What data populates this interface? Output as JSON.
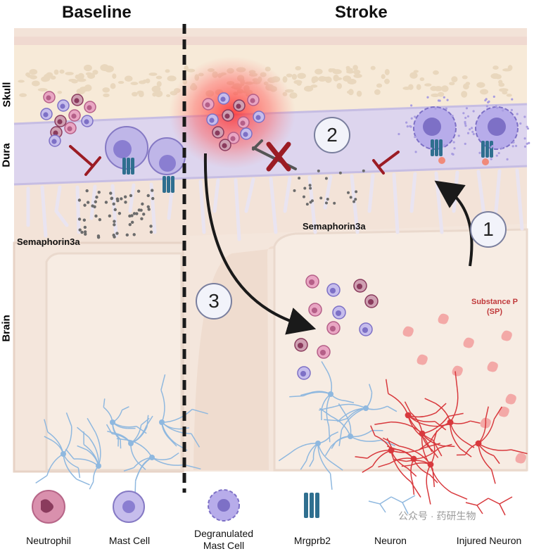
{
  "panels": {
    "baseline": "Baseline",
    "stroke": "Stroke"
  },
  "regions": {
    "skull": "Skull",
    "dura": "Dura",
    "brain": "Brain"
  },
  "labels": {
    "semaphorin_left": "Semaphorin3a",
    "semaphorin_right": "Semaphorin3a",
    "substance_p_line1": "Substance P",
    "substance_p_line2": "(SP)"
  },
  "steps": [
    "2",
    "1",
    "3"
  ],
  "legend": [
    {
      "label": "Neutrophil",
      "icon": "neutrophil-icon"
    },
    {
      "label": "Mast Cell",
      "icon": "mast-cell-icon"
    },
    {
      "label": "Degranulated\nMast Cell",
      "icon": "degranulated-mast-cell-icon"
    },
    {
      "label": "Mrgprb2",
      "icon": "mrgprb2-receptor-icon"
    },
    {
      "label": "Neuron",
      "icon": "neuron-icon"
    },
    {
      "label": "Injured Neuron",
      "icon": "injured-neuron-icon"
    }
  ],
  "watermark": "公众号 · 药研生物",
  "colors": {
    "skull": "#f7ead8",
    "dura": "#ddd5ee",
    "brain": "#f3e3d8",
    "neutrophil": "#e89ab8",
    "mast_cell": "#9b8fd6",
    "neuron": "#8fb8df",
    "injured_neuron": "#d8393d",
    "inhibit": "#9b1c24",
    "receptor": "#2f6f8f"
  }
}
